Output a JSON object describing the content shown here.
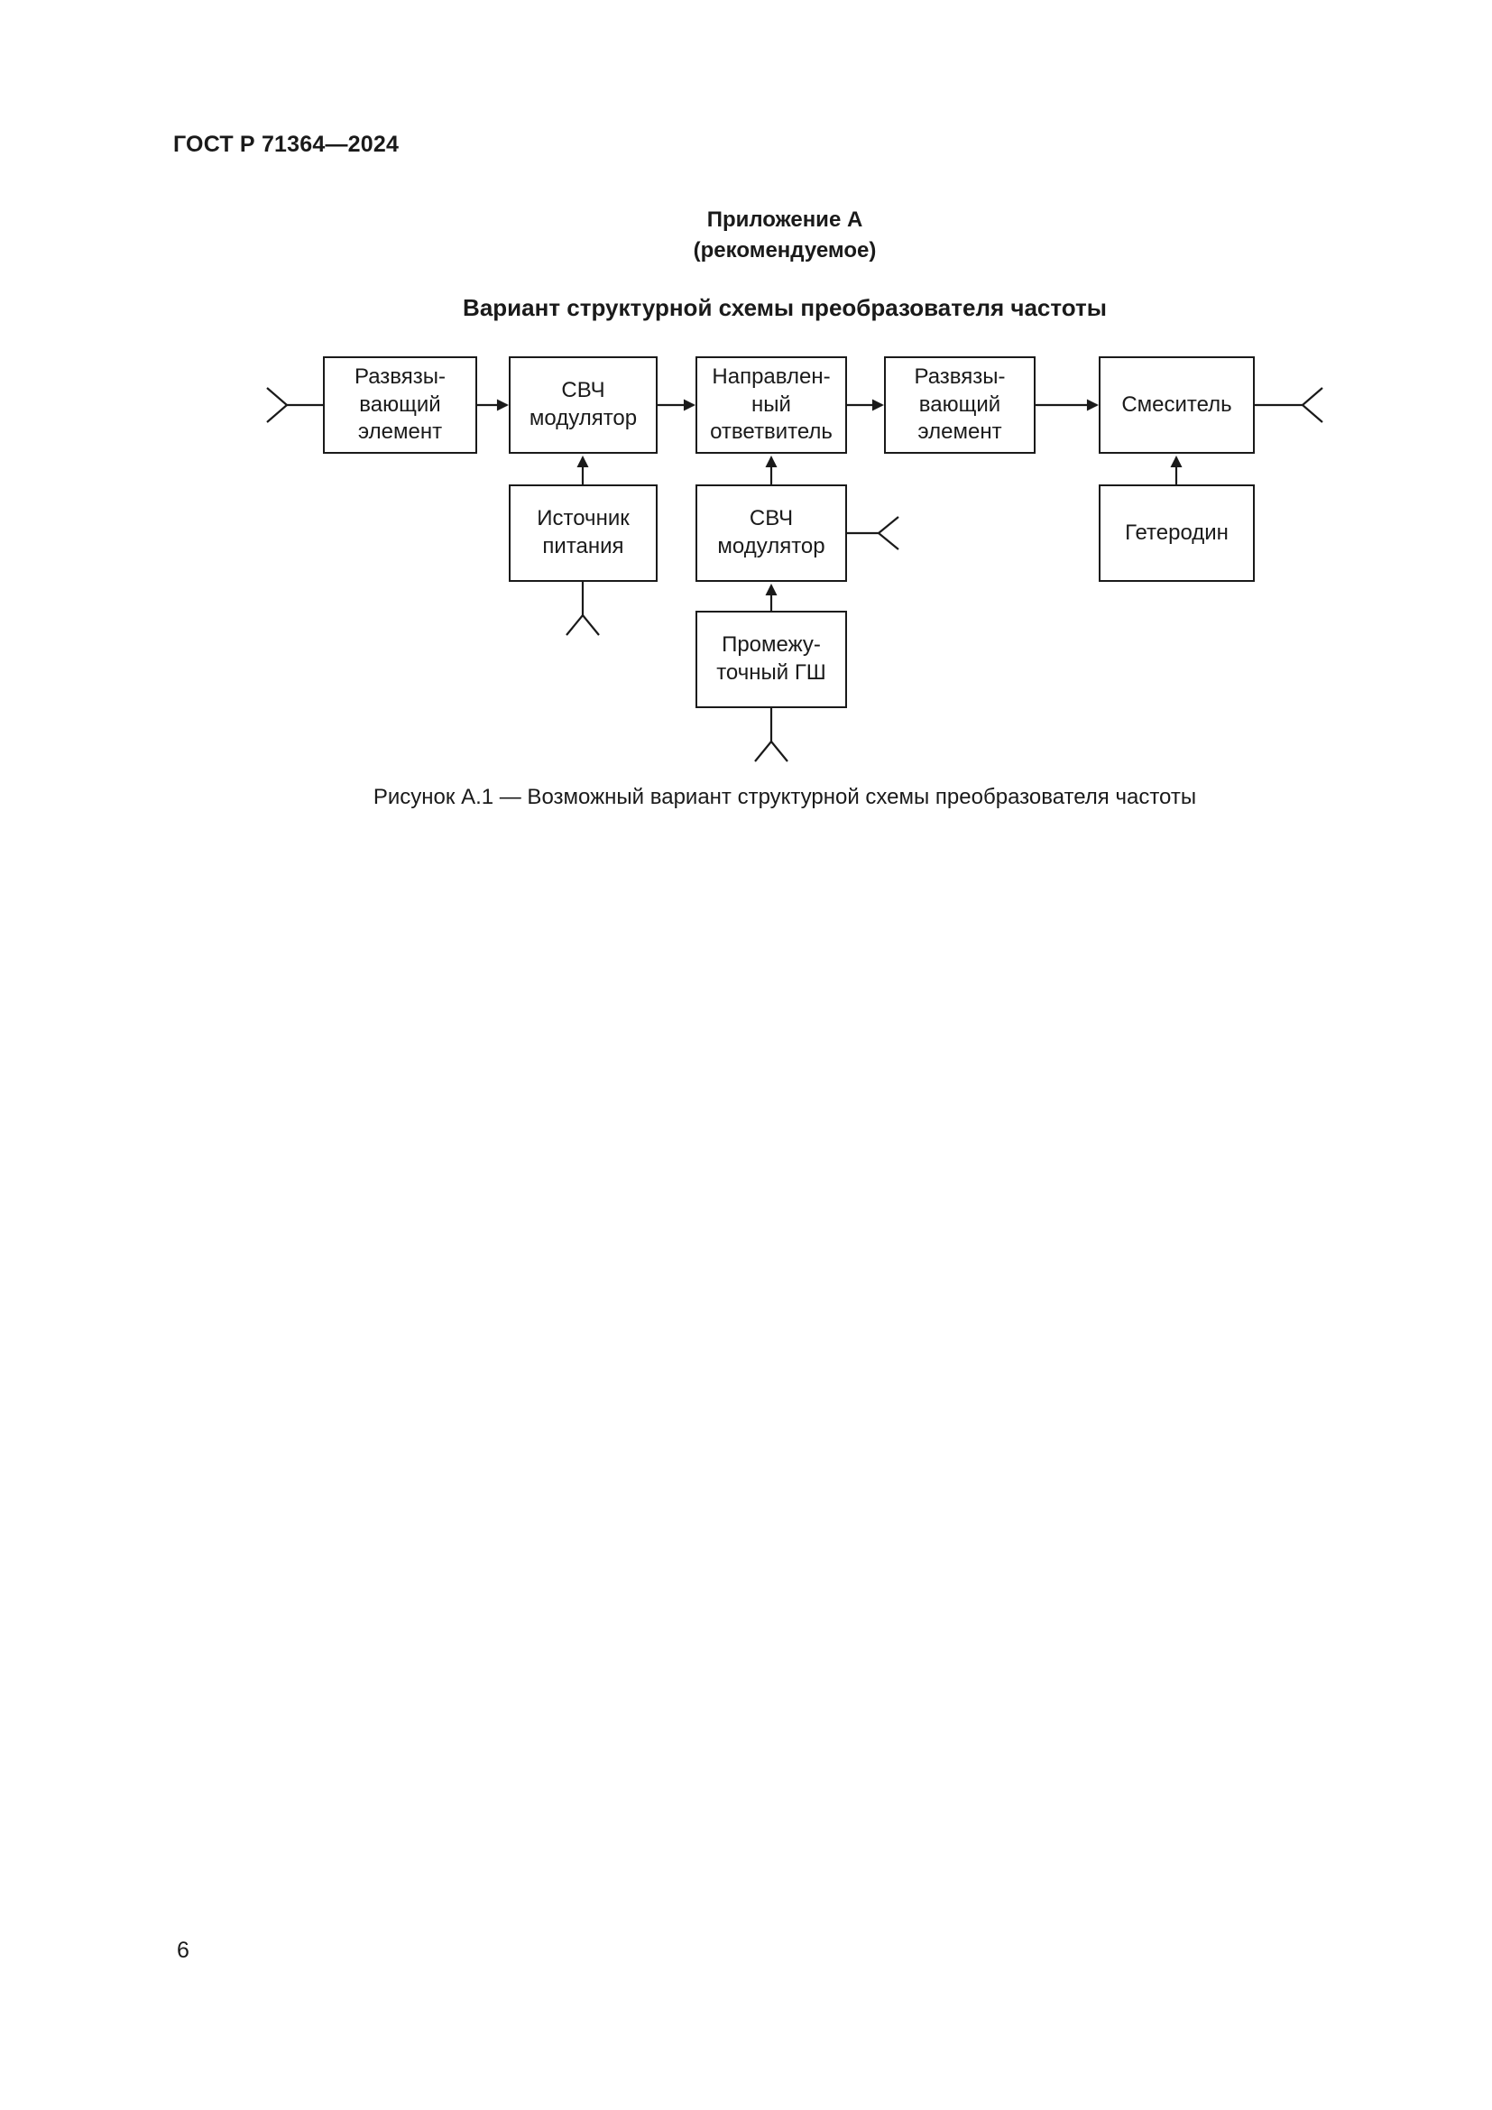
{
  "page": {
    "header": "ГОСТ Р 71364—2024",
    "number": "6"
  },
  "appendix": {
    "title": "Приложение А",
    "subtitle": "(рекомендуемое)"
  },
  "figure": {
    "title": "Вариант структурной схемы преобразователя частоты",
    "caption": "Рисунок А.1 — Возможный вариант структурной схемы преобразователя частоты"
  },
  "diagram": {
    "blocks": [
      {
        "id": "isolating-element-1",
        "label": "Развязы-\nвающий\nэлемент"
      },
      {
        "id": "microwave-modulator-1",
        "label": "СВЧ\nмодулятор"
      },
      {
        "id": "directional-coupler",
        "label": "Направлен-\nный\nответвитель"
      },
      {
        "id": "isolating-element-2",
        "label": "Развязы-\nвающий\nэлемент"
      },
      {
        "id": "mixer",
        "label": "Смеситель"
      },
      {
        "id": "power-supply",
        "label": "Источник\nпитания"
      },
      {
        "id": "microwave-modulator-2",
        "label": "СВЧ\nмодулятор"
      },
      {
        "id": "local-oscillator",
        "label": "Гетеродин"
      },
      {
        "id": "intermediate-noise-generator",
        "label": "Промежу-\nточный ГШ"
      }
    ]
  },
  "colors": {
    "ink": "#1a1a1a",
    "background": "#ffffff"
  }
}
